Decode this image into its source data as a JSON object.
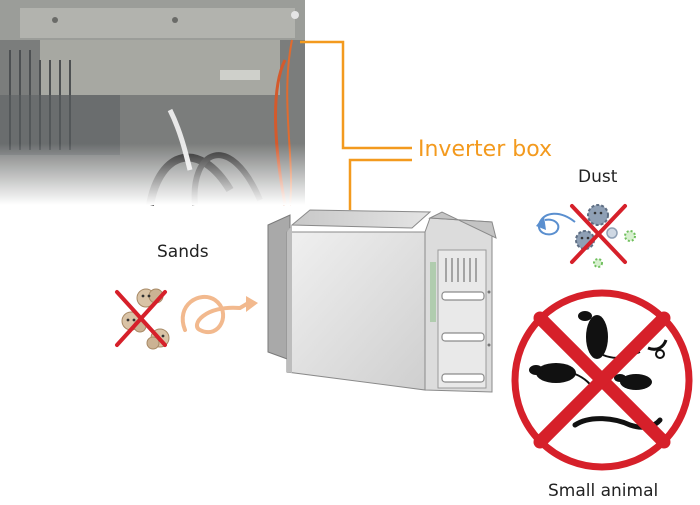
{
  "callout": {
    "inverter_box": "Inverter box"
  },
  "hazards": {
    "sands": "Sands",
    "dust": "Dust",
    "small_animal": "Small animal"
  },
  "colors": {
    "callout": "#f39a1e",
    "cross": "#d6202a",
    "sand_arrow": "#f2b98e",
    "dust_arrow": "#5a8fcf",
    "cabinet": "#d9d9d9"
  },
  "icons": [
    "photo-inverter-interior",
    "inverter-cabinet",
    "sand-grains-icon",
    "dust-particles-icon",
    "rodents-icon",
    "prohibited-cross-icon"
  ]
}
